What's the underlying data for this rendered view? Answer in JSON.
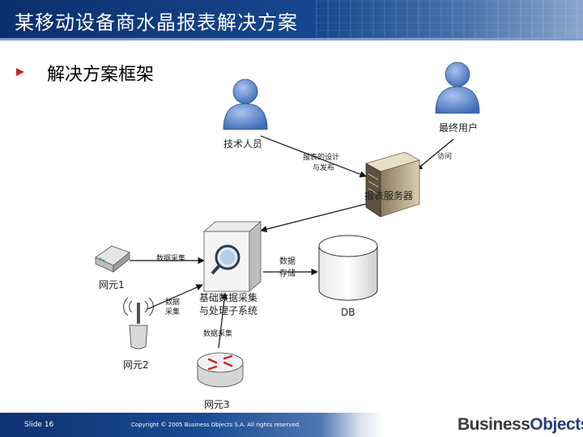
{
  "header": {
    "title": "某移动设备商水晶报表解决方案"
  },
  "section": {
    "title": "解决方案框架"
  },
  "diagram": {
    "nodes": {
      "tech_staff": "技术人员",
      "end_user": "最终用户",
      "report_server": "报表服务器",
      "collector": [
        "基础数据采集",
        "与处理子系统"
      ],
      "db": "DB",
      "ne1": "网元1",
      "ne2": "网元2",
      "ne3": "网元3"
    },
    "edges": {
      "design_publish": [
        "报表的设计",
        "与发布"
      ],
      "access": "访问",
      "data_collect_1": "数据采集",
      "data_collect_2": [
        "数据",
        "采集"
      ],
      "data_collect_3": "数据采集",
      "data_storage": [
        "数据",
        "存储"
      ]
    }
  },
  "footer": {
    "slide": "Slide 16",
    "copyright": "Copyright © 2005 Business Objects S.A. All rights reserved.",
    "logo_a": "Business",
    "logo_b": "Objects",
    "logo_tm": "™"
  }
}
